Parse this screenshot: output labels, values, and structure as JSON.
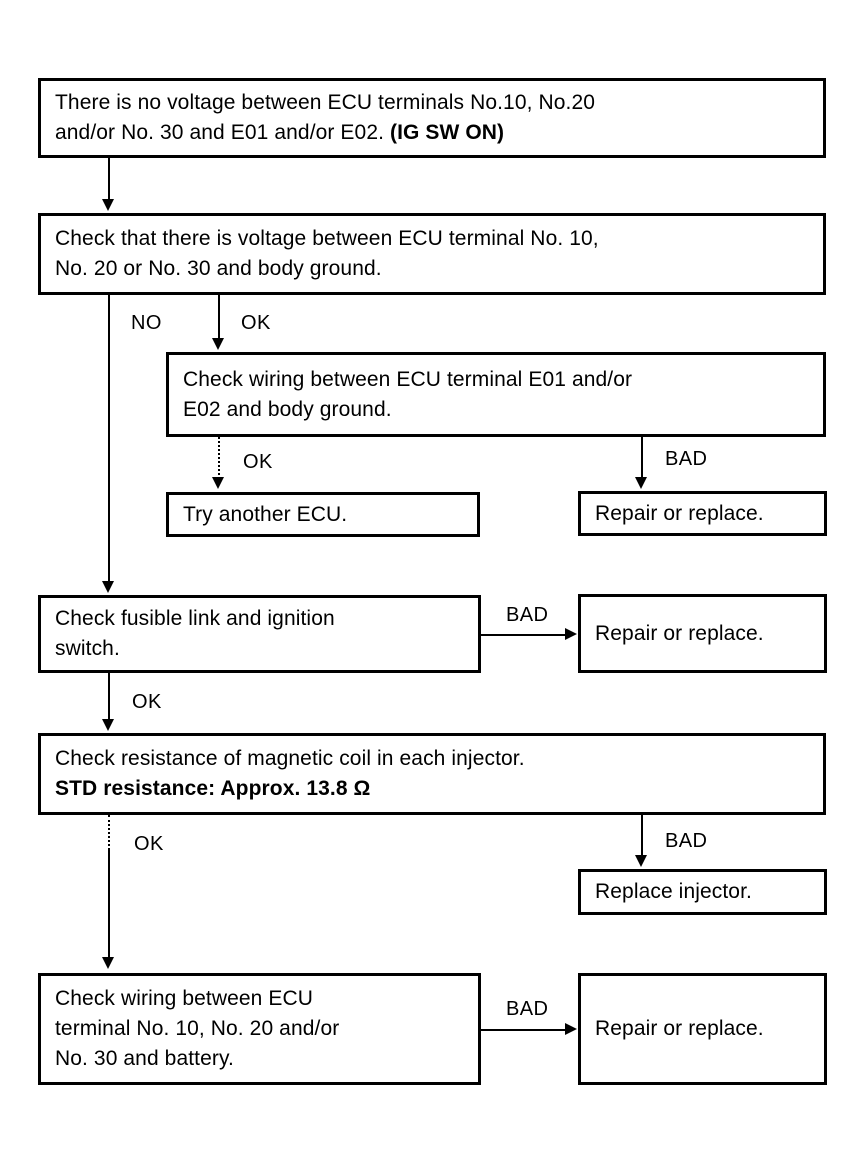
{
  "diagram": {
    "type": "troubleshooting-flowchart",
    "nodes": [
      {
        "id": "symptom",
        "line1": "There is no voltage between ECU terminals No.10, No.20",
        "line2": "and/or No. 30 and E01 and/or E02. ",
        "line2_bold": "(IG SW ON)"
      },
      {
        "id": "check-voltage-body-ground",
        "line1": "Check that there is voltage between ECU terminal No. 10,",
        "line2": "No. 20 or No. 30 and body ground."
      },
      {
        "id": "check-wiring-e01-e02",
        "line1": "Check wiring between ECU terminal E01 and/or",
        "line2": "E02 and body ground."
      },
      {
        "id": "try-another-ecu",
        "line1": "Try another ECU."
      },
      {
        "id": "repair-or-replace-1",
        "line1": "Repair or replace."
      },
      {
        "id": "check-fusible-link",
        "line1": "Check fusible link and ignition",
        "line2": "switch."
      },
      {
        "id": "repair-or-replace-2",
        "line1": "Repair or replace."
      },
      {
        "id": "check-resistance",
        "line1": "Check resistance of magnetic coil in each injector.",
        "line2_bold": "STD resistance:    Approx. 13.8 Ω"
      },
      {
        "id": "replace-injector",
        "line1": "Replace injector."
      },
      {
        "id": "check-wiring-battery",
        "line1": "Check wiring between ECU",
        "line2": "terminal No. 10, No. 20 and/or",
        "line3": "No. 30 and battery."
      },
      {
        "id": "repair-or-replace-3",
        "line1": "Repair or replace."
      }
    ],
    "edge_labels": {
      "voltage_no": "NO",
      "voltage_ok": "OK",
      "wiring_ground_ok": "OK",
      "wiring_ground_bad": "BAD",
      "fusible_bad": "BAD",
      "fusible_ok": "OK",
      "resistance_bad": "BAD",
      "resistance_ok": "OK",
      "wiring_battery_bad": "BAD"
    }
  }
}
